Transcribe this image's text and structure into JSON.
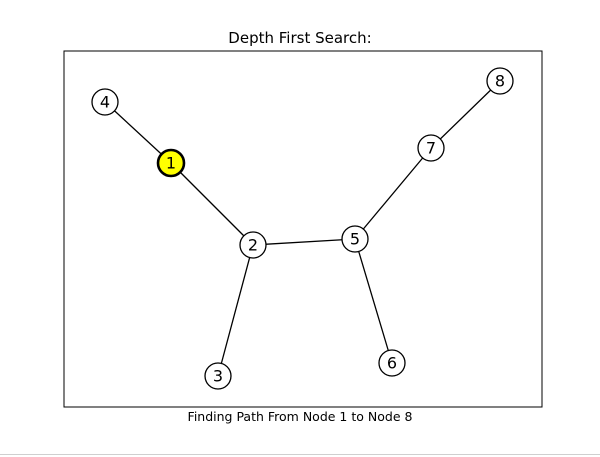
{
  "title": "Depth First Search:",
  "caption": "Finding Path From Node 1 to Node 8",
  "graph": {
    "nodes": [
      {
        "id": "1",
        "label": "1",
        "state": "current"
      },
      {
        "id": "2",
        "label": "2",
        "state": "default"
      },
      {
        "id": "3",
        "label": "3",
        "state": "default"
      },
      {
        "id": "4",
        "label": "4",
        "state": "default"
      },
      {
        "id": "5",
        "label": "5",
        "state": "default"
      },
      {
        "id": "6",
        "label": "6",
        "state": "default"
      },
      {
        "id": "7",
        "label": "7",
        "state": "default"
      },
      {
        "id": "8",
        "label": "8",
        "state": "default"
      }
    ],
    "edges": [
      [
        "4",
        "1"
      ],
      [
        "1",
        "2"
      ],
      [
        "2",
        "3"
      ],
      [
        "2",
        "5"
      ],
      [
        "5",
        "6"
      ],
      [
        "5",
        "7"
      ],
      [
        "7",
        "8"
      ]
    ],
    "source": "1",
    "target": "8"
  },
  "colors": {
    "node_fill": "#ffffff",
    "current_fill": "#ffff00",
    "stroke": "#000000"
  }
}
